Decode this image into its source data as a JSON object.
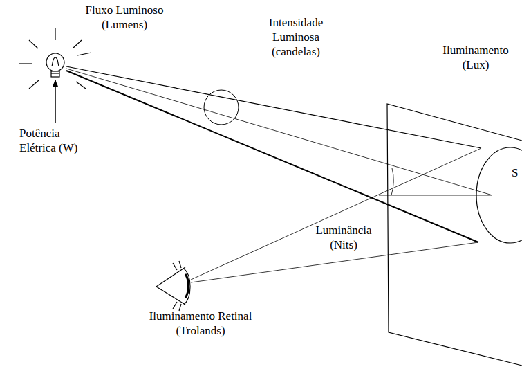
{
  "diagram": {
    "nodes": [
      {
        "text": [
          "S"
        ]
      }
    ],
    "labels": [
      "Fluxo Luminoso (Lumens)",
      "Intensidade Luminosa (candelas)",
      "Iluminamento (Lux)",
      "Potência Elétrica (W)",
      "Luminância (Nits)",
      "Iluminamento Retinal (Trolands)"
    ]
  }
}
